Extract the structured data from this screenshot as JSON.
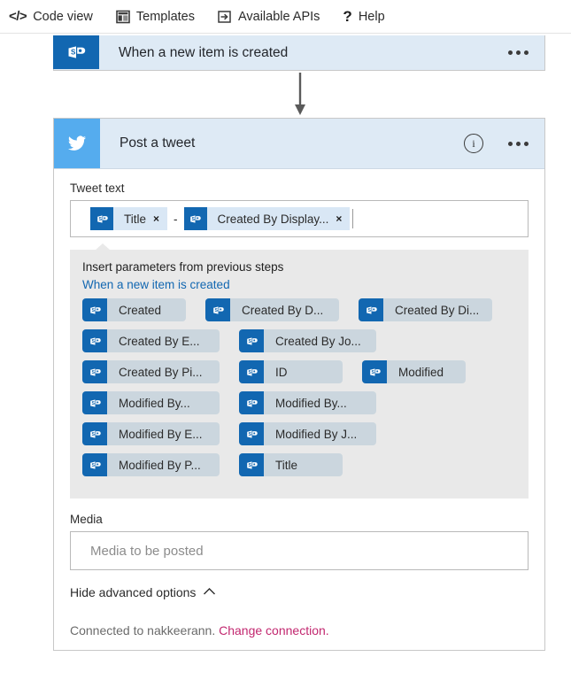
{
  "toolbar": {
    "items": [
      {
        "label": "Code view",
        "icon": "code-view-icon"
      },
      {
        "label": "Templates",
        "icon": "templates-icon"
      },
      {
        "label": "Available APIs",
        "icon": "available-apis-icon"
      },
      {
        "label": "Help",
        "icon": "help-icon"
      }
    ]
  },
  "trigger_step": {
    "title": "When a new item is created",
    "icon": "sharepoint-icon",
    "more_menu": "ellipsis-icon",
    "header_color": "#deeaf5",
    "icon_color": "#1267b1"
  },
  "connector": {
    "icon": "down-arrow-icon"
  },
  "action_step": {
    "title": "Post a tweet",
    "icon": "twitter-icon",
    "icon_color": "#55acee",
    "header_color": "#deeaf5",
    "info_icon": "info-icon",
    "info_glyph": "i",
    "more_menu": "ellipsis-icon",
    "tweet_text": {
      "label": "Tweet text",
      "tokens": [
        {
          "label": "Title",
          "remove": "×",
          "icon": "sharepoint-token-icon"
        },
        {
          "label": "Created By Display...",
          "remove": "×",
          "icon": "sharepoint-token-icon"
        }
      ],
      "separator": "-"
    },
    "param_picker": {
      "heading": "Insert parameters from previous steps",
      "source_step": "When a new item is created",
      "rows": [
        [
          {
            "label": "Created",
            "size": "sm"
          },
          {
            "label": "Created By D...",
            "size": "md"
          },
          {
            "label": "Created By Di...",
            "size": "md"
          }
        ],
        [
          {
            "label": "Created By E...",
            "size": "lg"
          },
          {
            "label": "Created By Jo...",
            "size": "lg"
          }
        ],
        [
          {
            "label": "Created By Pi...",
            "size": "lg"
          },
          {
            "label": "ID",
            "size": "sm"
          },
          {
            "label": "Modified",
            "size": "sm"
          }
        ],
        [
          {
            "label": "Modified By...",
            "size": "lg"
          },
          {
            "label": "Modified By...",
            "size": "lg"
          }
        ],
        [
          {
            "label": "Modified By E...",
            "size": "lg"
          },
          {
            "label": "Modified By J...",
            "size": "lg"
          }
        ],
        [
          {
            "label": "Modified By P...",
            "size": "lg"
          },
          {
            "label": "Title",
            "size": "sm"
          }
        ]
      ]
    },
    "media": {
      "label": "Media",
      "placeholder": "Media to be posted",
      "value": ""
    },
    "advanced_options": {
      "label": "Hide advanced options",
      "icon": "chevron-up-icon"
    },
    "connection": {
      "text": "Connected to nakkeerann.",
      "link": "Change connection.",
      "link_color": "#c2276f"
    }
  }
}
